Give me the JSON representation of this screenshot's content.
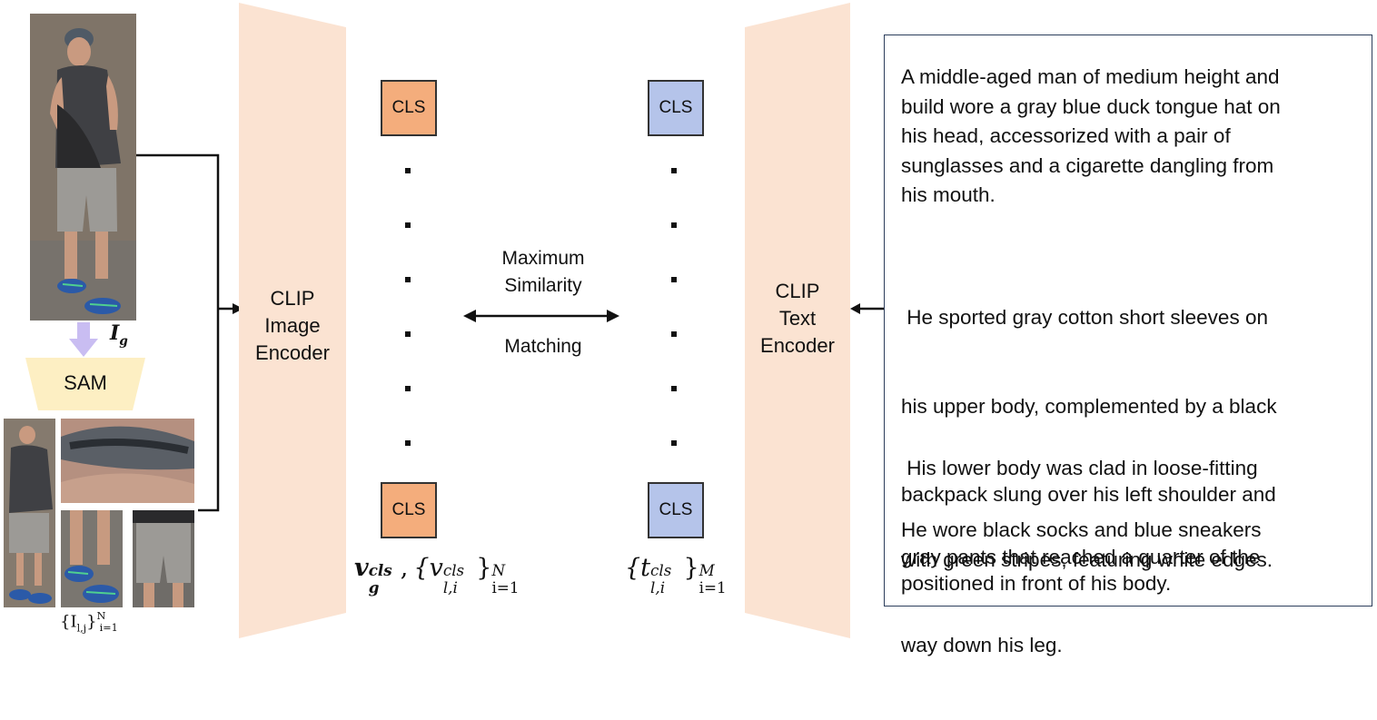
{
  "left": {
    "global_image_label": "I",
    "global_image_label_sub": "g",
    "sam_label": "SAM",
    "crops_label": {
      "main": "{I",
      "sub": "l,j",
      "close": "}",
      "sup": "N",
      "sub2": "i=1"
    }
  },
  "encoders": {
    "image_encoder_label": [
      "CLIP",
      "Image",
      "Encoder"
    ],
    "text_encoder_label": [
      "CLIP",
      "Text",
      "Encoder"
    ]
  },
  "tokens": {
    "image_top": "CLS",
    "image_bottom": "CLS",
    "text_top": "CLS",
    "text_bottom": "CLS"
  },
  "matching": {
    "line1": "Maximum",
    "line2": "Similarity",
    "line3": "Matching"
  },
  "formulas": {
    "image": {
      "v": "v",
      "v_sup": "cls",
      "v_sub": "g",
      "comma": ",",
      "set_open": "{v",
      "set_sup": "cls",
      "set_sub": "l,i",
      "set_close": "}",
      "range_sup": "N",
      "range_sub": "i=1"
    },
    "text": {
      "set_open": "{t",
      "set_sup": "cls",
      "set_sub": "l,i",
      "set_close": "}",
      "range_sup": "M",
      "range_sub": "i=1"
    }
  },
  "description": {
    "paragraphs": [
      [
        "A middle-aged man of medium height and",
        "build wore a gray blue duck tongue hat on",
        "his head, accessorized with a pair of",
        "sunglasses and a cigarette dangling from",
        "his mouth."
      ],
      [
        " He sported gray cotton short sleeves on",
        "his upper body, complemented by a black",
        "backpack slung over his left shoulder and",
        "positioned in front of his body."
      ],
      [
        " His lower body was clad in loose-fitting",
        "gray pants that reached a quarter of the",
        "way down his leg."
      ],
      [
        "He wore black socks and blue sneakers",
        "with green stripes, featuring white edges."
      ]
    ]
  },
  "colors": {
    "encoder_fill": "#fbe3d2",
    "cls_image": "#f4ad7c",
    "cls_text": "#b5c4ea",
    "sam_fill": "#fdefc3",
    "sam_arrow": "#c9bdf2",
    "box_border": "#2d3e5c"
  }
}
